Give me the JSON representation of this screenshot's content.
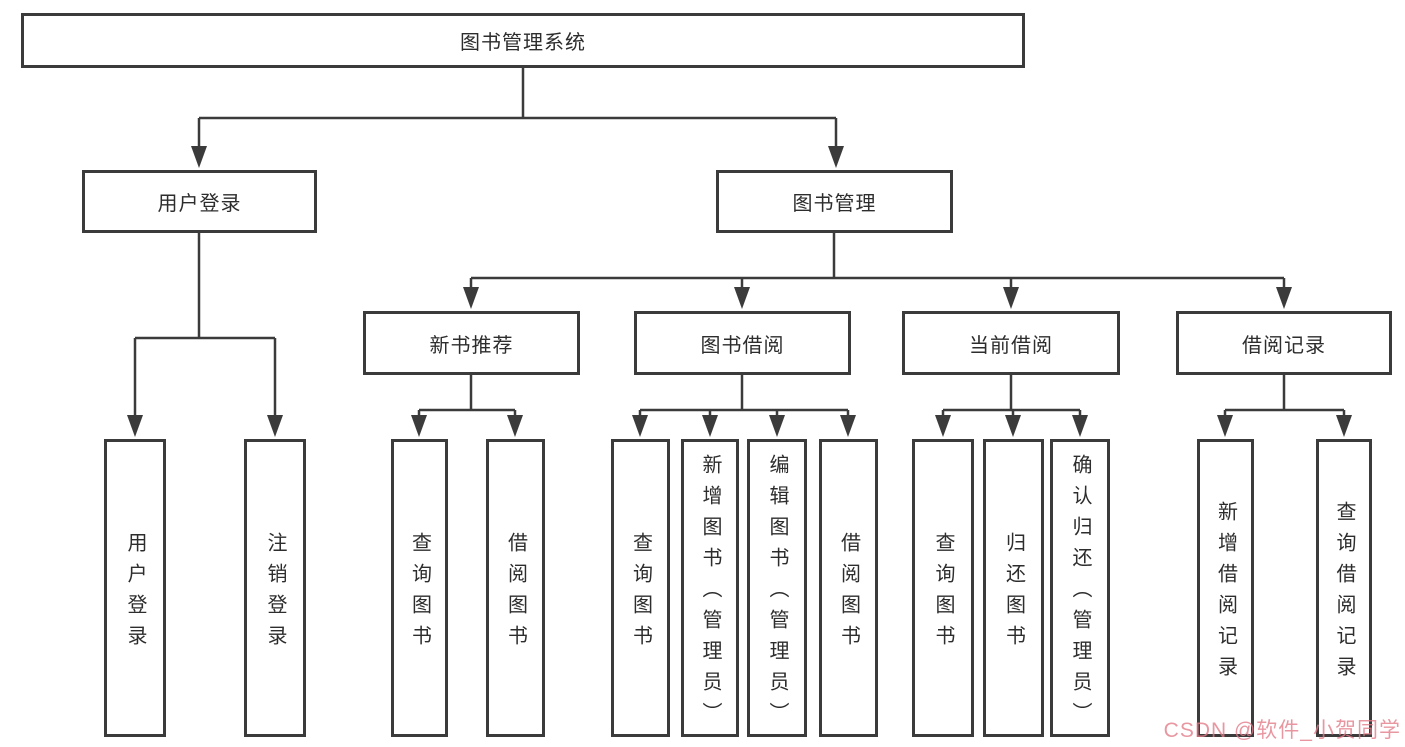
{
  "diagram": {
    "root": {
      "label": "图书管理系统"
    },
    "branches": [
      {
        "label": "用户登录",
        "children": [
          {
            "label": "用户登录"
          },
          {
            "label": "注销登录"
          }
        ]
      },
      {
        "label": "图书管理",
        "children": [
          {
            "label": "新书推荐",
            "children": [
              {
                "label": "查询图书"
              },
              {
                "label": "借阅图书"
              }
            ]
          },
          {
            "label": "图书借阅",
            "children": [
              {
                "label": "查询图书"
              },
              {
                "label": "新增图书（管理员）"
              },
              {
                "label": "编辑图书（管理员）"
              },
              {
                "label": "借阅图书"
              }
            ]
          },
          {
            "label": "当前借阅",
            "children": [
              {
                "label": "查询图书"
              },
              {
                "label": "归还图书"
              },
              {
                "label": "确认归还（管理员）"
              }
            ]
          },
          {
            "label": "借阅记录",
            "children": [
              {
                "label": "新增借阅记录"
              },
              {
                "label": "查询借阅记录"
              }
            ]
          }
        ]
      }
    ],
    "watermark": "CSDN @软件_小贺同学",
    "colors": {
      "line": "#3b3b3b",
      "text": "#2d2d2d",
      "watermark": "#e79ba5",
      "background": "#ffffff"
    }
  }
}
